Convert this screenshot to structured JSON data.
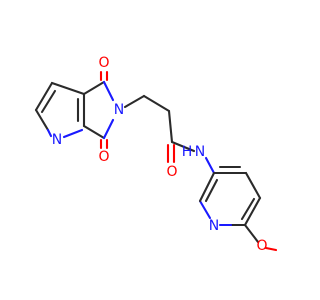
{
  "atoms": {
    "o_top": "O",
    "o_bottom": "O",
    "n_imide": "N",
    "n_pyridine_left": "N",
    "n_amide": "N",
    "h_amide": "H",
    "o_amide": "O",
    "n_pyridine_right": "N",
    "o_methoxy": "O"
  },
  "colors": {
    "bond": "#2b2b2b",
    "oxygen": "#ff0000",
    "nitrogen": "#1a1aff"
  }
}
